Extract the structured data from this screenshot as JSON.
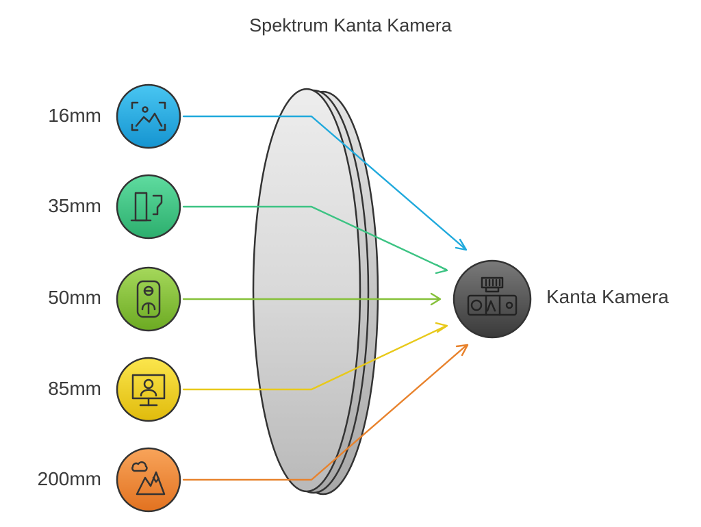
{
  "title": "Spektrum Kanta Kamera",
  "target": {
    "label": "Kanta Kamera",
    "color": "#4a4a4a",
    "icon": "camera-icon"
  },
  "lenses": [
    {
      "label": "16mm",
      "color": "#1fa9dc",
      "icon": "landscape-frame-icon"
    },
    {
      "label": "35mm",
      "color": "#3cc383",
      "icon": "door-icon"
    },
    {
      "label": "50mm",
      "color": "#86c13a",
      "icon": "person-portrait-icon"
    },
    {
      "label": "85mm",
      "color": "#e8c91a",
      "icon": "portrait-monitor-icon"
    },
    {
      "label": "200mm",
      "color": "#e8822c",
      "icon": "mountains-clouds-icon"
    }
  ]
}
